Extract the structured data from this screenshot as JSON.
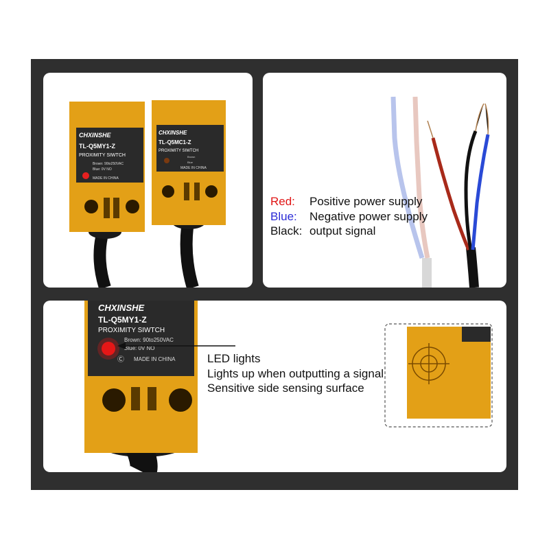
{
  "colors": {
    "frame": "#2f2f2f",
    "sensor_body": "#e3a017",
    "red_label": "#e01414",
    "blue_label": "#2a2ad6",
    "black_label": "#111111"
  },
  "sensor_left": {
    "brand": "CHXINSHE",
    "model": "TL-Q5MY1-Z",
    "type": "PROXIMITY SIWTCH",
    "spec_brown": "Brown: 90to250VAC",
    "spec_blue": "Blue:  0V  NO",
    "made": "MADE IN CHINA"
  },
  "sensor_right": {
    "brand": "CHXINSHE",
    "model": "TL-Q5MC1-Z",
    "type": "PROXIMITY SIWTCH",
    "spec_brown": "Brown",
    "spec_blue": "Blue",
    "made": "MADE IN CHINA"
  },
  "legend": {
    "red": {
      "key": "Red:",
      "text": "Positive power supply"
    },
    "blue": {
      "key": "Blue:",
      "text": "Negative power supply"
    },
    "black": {
      "key": "Black:",
      "text": "output signal"
    }
  },
  "sensor_zoom": {
    "brand": "CHXINSHE",
    "model": "TL-Q5MY1-Z",
    "type": "PROXIMITY SIWTCH",
    "spec_brown": "Brown: 90to250VAC",
    "spec_blue": "Blue:  0V  NO",
    "made": "MADE IN CHINA"
  },
  "callout": {
    "line1": "LED lights",
    "line2": "Lights up when outputting a signal",
    "line3": "Sensitive side sensing surface"
  }
}
